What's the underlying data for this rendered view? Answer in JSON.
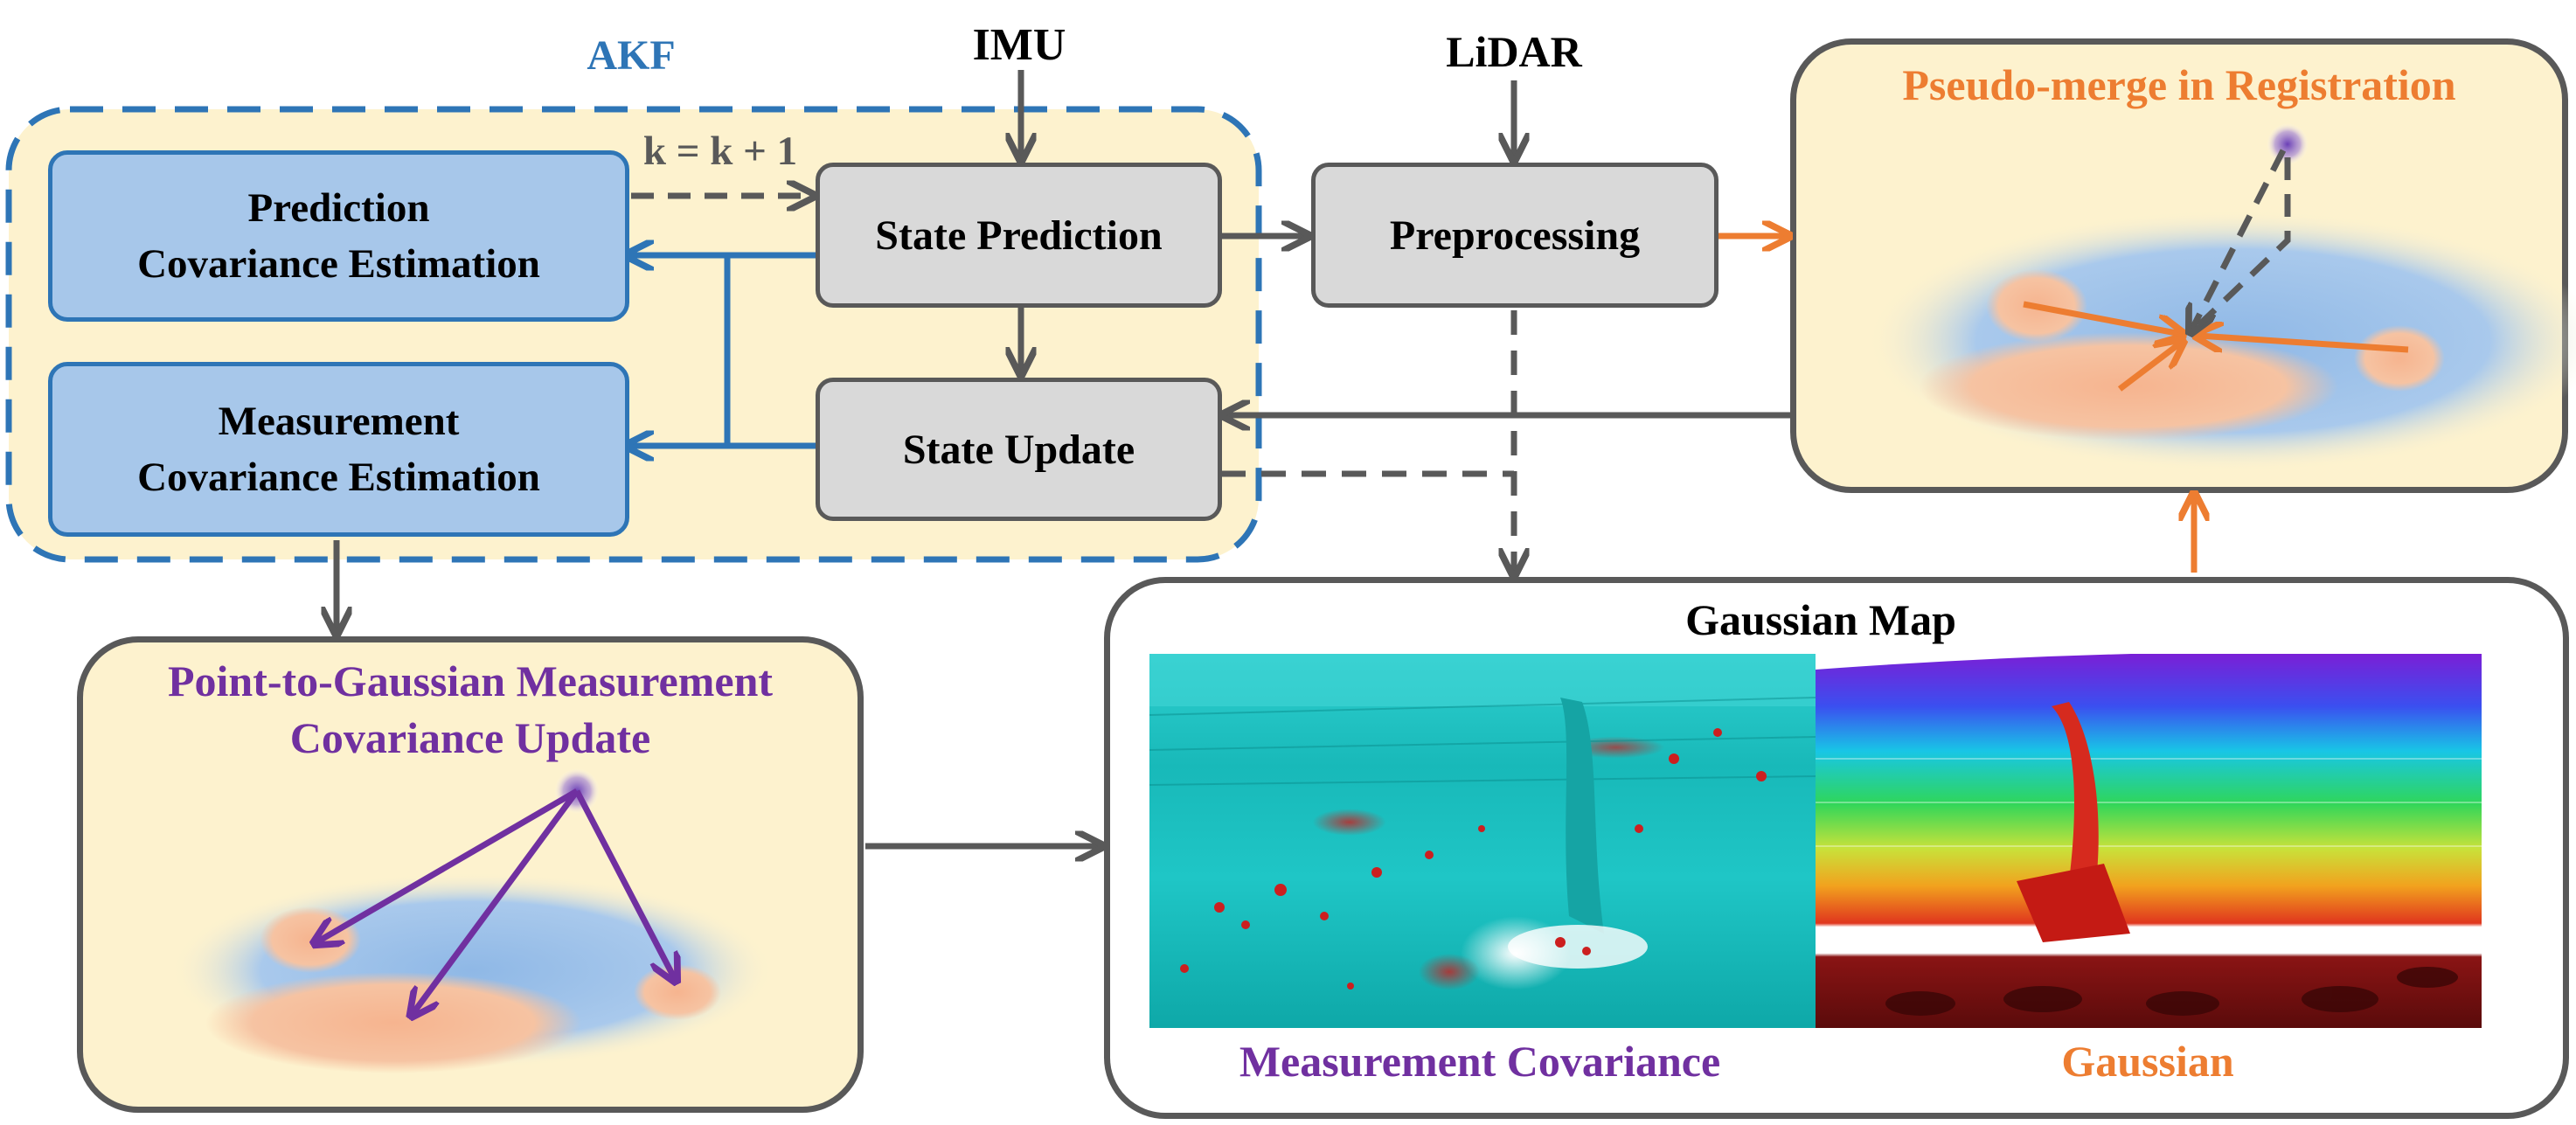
{
  "akf": {
    "label": "AKF",
    "iteration_label": "k = k + 1",
    "prediction_box": [
      "Prediction",
      "Covariance Estimation"
    ],
    "measurement_box": [
      "Measurement",
      "Covariance Estimation"
    ]
  },
  "inputs": {
    "imu": "IMU",
    "lidar": "LiDAR"
  },
  "nodes": {
    "state_prediction": "State Prediction",
    "state_update": "State Update",
    "preprocessing": "Preprocessing"
  },
  "pseudo_merge": {
    "title": "Pseudo-merge in Registration"
  },
  "point_to_gaussian": {
    "title_line1": "Point-to-Gaussian Measurement",
    "title_line2": "Covariance Update"
  },
  "gaussian_map": {
    "title": "Gaussian Map",
    "left_caption": "Measurement Covariance",
    "right_caption": "Gaussian"
  },
  "colors": {
    "akf_blue": "#2e75b6",
    "box_fill_blue": "#a7c7ea",
    "cream": "#fdf2ce",
    "node_gray": "#d9d9d9",
    "edge_gray": "#595959",
    "orange": "#ed7d31",
    "purple": "#7030a0"
  }
}
